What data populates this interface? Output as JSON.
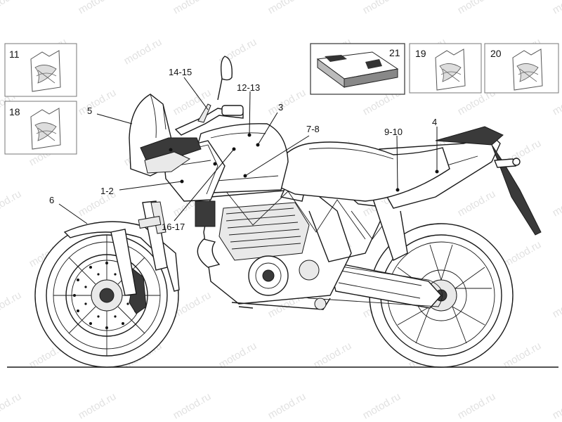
{
  "watermark_text": "motod.ru",
  "callouts": [
    {
      "id": "c-1-2",
      "label": "1-2"
    },
    {
      "id": "c-3",
      "label": "3"
    },
    {
      "id": "c-4",
      "label": "4"
    },
    {
      "id": "c-5",
      "label": "5"
    },
    {
      "id": "c-6",
      "label": "6"
    },
    {
      "id": "c-7-8",
      "label": "7-8"
    },
    {
      "id": "c-9-10",
      "label": "9-10"
    },
    {
      "id": "c-12-13",
      "label": "12-13"
    },
    {
      "id": "c-14-15",
      "label": "14-15"
    },
    {
      "id": "c-16-17",
      "label": "16-17"
    }
  ],
  "part_boxes": [
    {
      "id": "box-11",
      "label": "11"
    },
    {
      "id": "box-18",
      "label": "18"
    },
    {
      "id": "box-21",
      "label": "21"
    },
    {
      "id": "box-19",
      "label": "19"
    },
    {
      "id": "box-20",
      "label": "20"
    }
  ]
}
